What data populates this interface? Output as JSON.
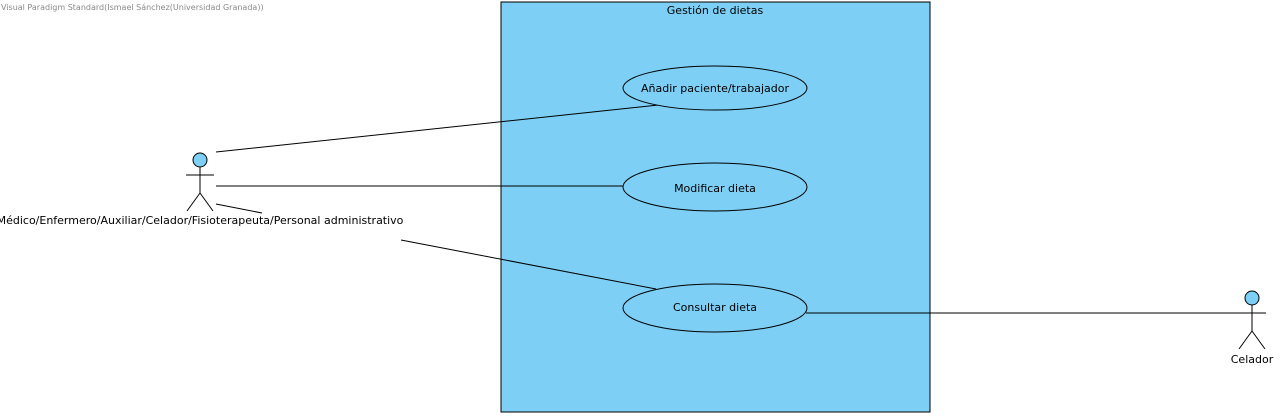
{
  "watermark": "Visual Paradigm Standard(Ismael Sánchez(Universidad Granada))",
  "system": {
    "title": "Gestión de dietas",
    "fill_color": "#7dcff5"
  },
  "use_cases": [
    {
      "label": "Añadir paciente/trabajador"
    },
    {
      "label": "Modificar dieta"
    },
    {
      "label": "Consultar dieta"
    }
  ],
  "actors": [
    {
      "label": "Médico/Enfermero/Auxiliar/Celador/Fisioterapeuta/Personal administrativo"
    },
    {
      "label": "Celador"
    }
  ],
  "colors": {
    "actor_head": "#7dcff5",
    "stroke": "#000000"
  }
}
